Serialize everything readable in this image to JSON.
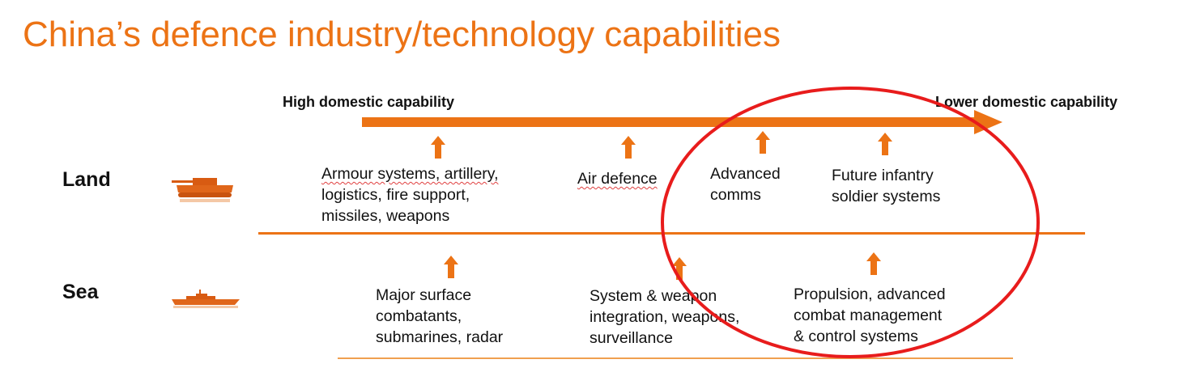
{
  "title": "China’s defence industry/technology capabilities",
  "axis": {
    "left_label": "High domestic capability",
    "right_label": "Lower domestic capability"
  },
  "rows": {
    "land": {
      "label": "Land",
      "icon": "tank-icon",
      "items": [
        {
          "lines": [
            "Armour systems, artillery,",
            "logistics, fire support,",
            "missiles, weapons"
          ]
        },
        {
          "lines": [
            "Air defence"
          ]
        },
        {
          "lines": [
            "Advanced",
            "comms"
          ]
        },
        {
          "lines": [
            "Future infantry",
            "soldier systems"
          ]
        }
      ]
    },
    "sea": {
      "label": "Sea",
      "icon": "ship-icon",
      "items": [
        {
          "lines": [
            "Major surface",
            "combatants,",
            "submarines, radar"
          ]
        },
        {
          "lines": [
            "System & weapon",
            "integration, weapons,",
            "surveillance"
          ]
        },
        {
          "lines": [
            "Propulsion, advanced",
            "combat management",
            "& control systems"
          ]
        }
      ]
    }
  },
  "colors": {
    "accent": "#ec7315",
    "highlight_circle": "#e81c1c"
  }
}
